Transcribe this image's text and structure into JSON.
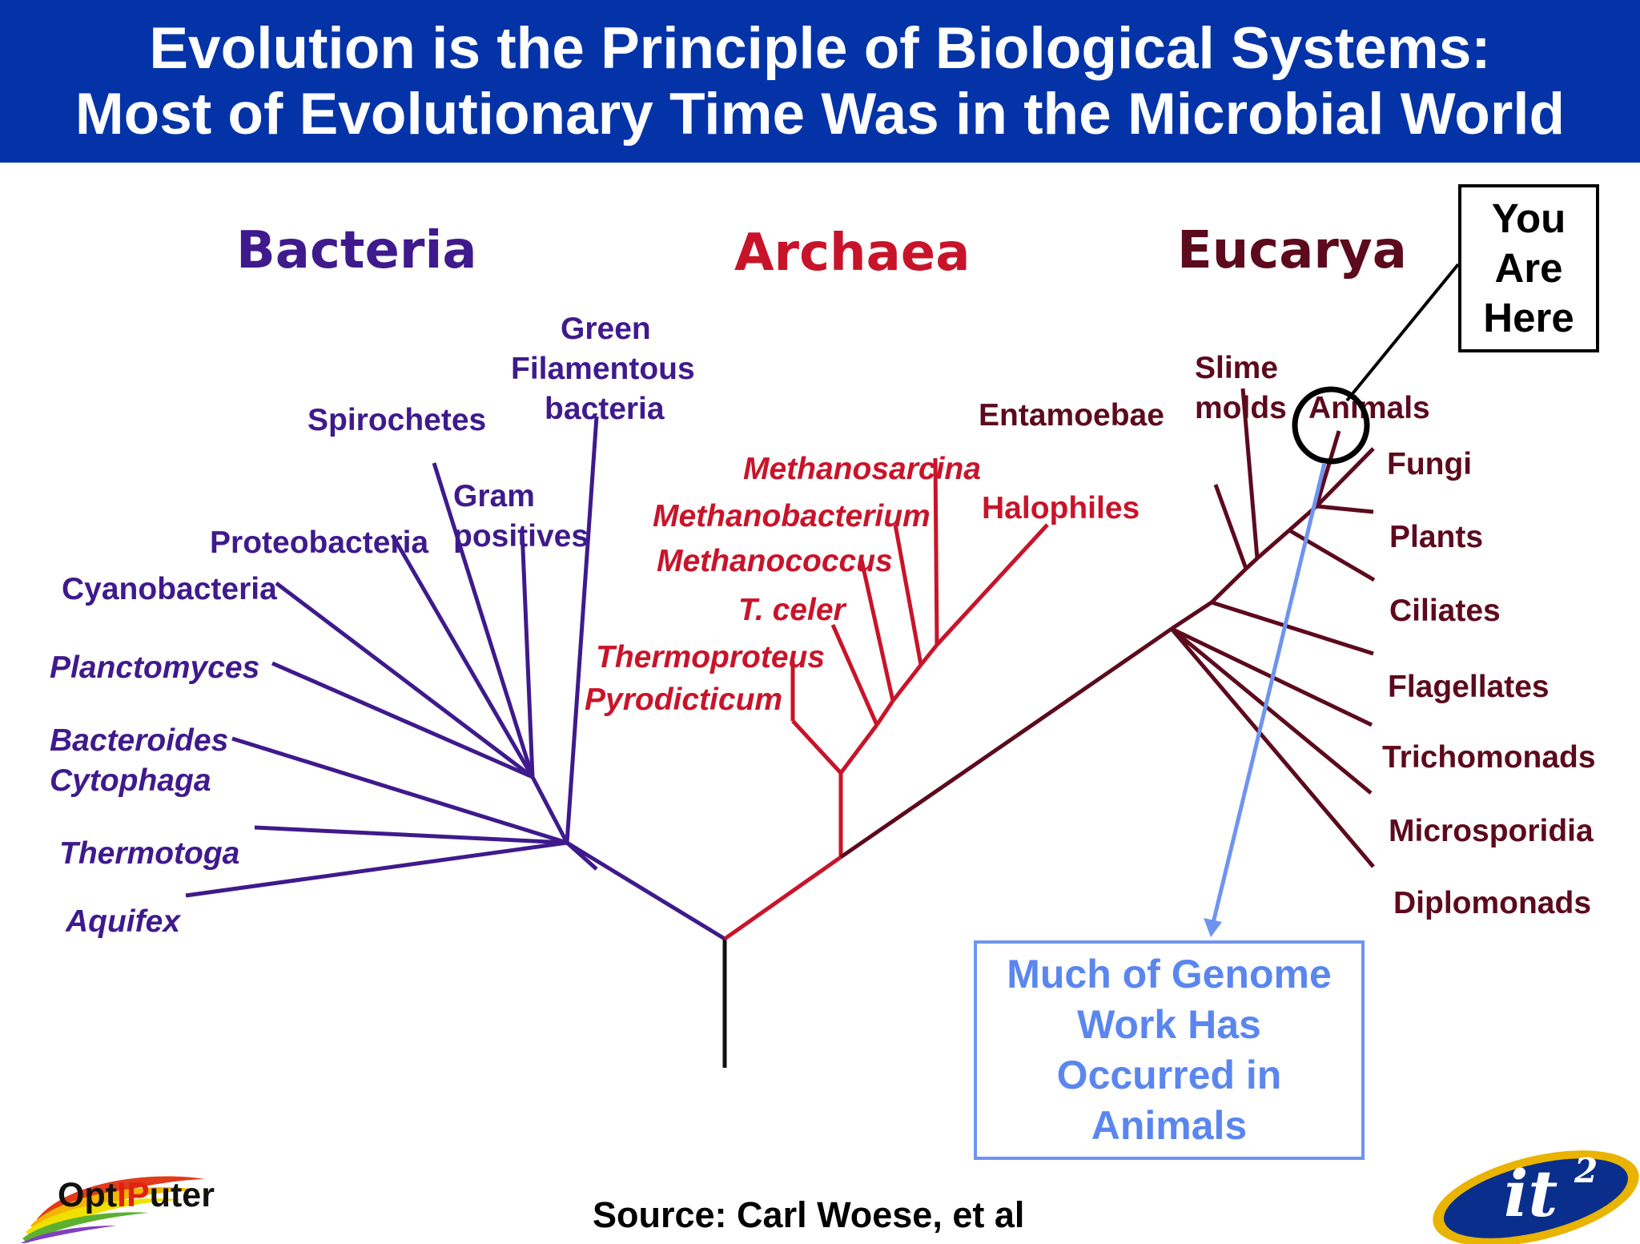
{
  "title": {
    "line1": "Evolution is the Principle of Biological Systems:",
    "line2": "Most of Evolutionary Time Was in the Microbial World"
  },
  "domains": {
    "bacteria": "Bacteria",
    "archaea": "Archaea",
    "eucarya": "Eucarya"
  },
  "bacteria_taxa": {
    "green_filamentous": [
      "Green",
      "Filamentous",
      "bacteria"
    ],
    "spirochetes": "Spirochetes",
    "gram_positives": [
      "Gram",
      "positives"
    ],
    "proteobacteria": "Proteobacteria",
    "cyanobacteria": "Cyanobacteria",
    "planctomyces": "Planctomyces",
    "bacteroides_cytophaga": [
      "Bacteroides",
      "Cytophaga"
    ],
    "thermotoga": "Thermotoga",
    "aquifex": "Aquifex"
  },
  "archaea_taxa": {
    "methanosarcina": "Methanosarcina",
    "methanobacterium": "Methanobacterium",
    "halophiles": "Halophiles",
    "methanococcus": "Methanococcus",
    "t_celer": "T. celer",
    "thermoproteus": "Thermoproteus",
    "pyrodicticum": "Pyrodicticum"
  },
  "eucarya_taxa": {
    "slime_molds": [
      "Slime",
      "molds"
    ],
    "entamoebae": "Entamoebae",
    "animals": "Animals",
    "fungi": "Fungi",
    "plants": "Plants",
    "ciliates": "Ciliates",
    "flagellates": "Flagellates",
    "trichomonads": "Trichomonads",
    "microsporidia": "Microsporidia",
    "diplomonads": "Diplomonads"
  },
  "callouts": {
    "you_are_here": [
      "You",
      "Are",
      "Here"
    ],
    "genome_note": [
      "Much of Genome",
      "Work Has",
      "Occurred in",
      "Animals"
    ]
  },
  "source": "Source: Carl Woese, et al",
  "logos": {
    "optiputer": [
      "Opt",
      "IP",
      "uter"
    ],
    "it2": [
      "it",
      "2"
    ]
  },
  "colors": {
    "header_bg": "#0433a8",
    "bacteria": "#3f1a8c",
    "archaea": "#c8142a",
    "eucarya": "#5c0a1e",
    "callout_blue": "#6f94f0"
  }
}
